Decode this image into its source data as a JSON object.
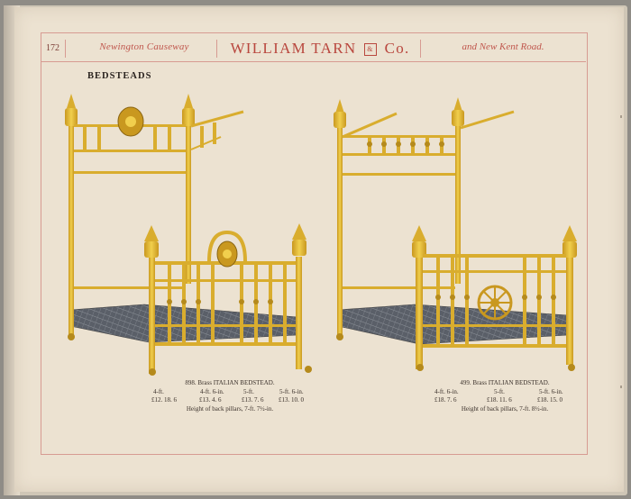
{
  "header": {
    "page_number": "172",
    "left": "Newington Causeway",
    "title": "WILLIAM TARN",
    "logo_text": "&",
    "title_suffix": "Co.",
    "right": "and New Kent Road."
  },
  "section_title": "BEDSTEADS",
  "items": [
    {
      "number": "898.",
      "name": "Brass ITALIAN BEDSTEAD.",
      "sizes": [
        "4-ft.",
        "4-ft. 6-in.",
        "5-ft.",
        "5-ft. 6-in."
      ],
      "prices": [
        "£12. 18. 6",
        "£13. 4. 6",
        "£13. 7. 6",
        "£13. 10. 0"
      ],
      "height_note": "Height of back pillars, 7-ft. 7½-in."
    },
    {
      "number": "499.",
      "name": "Brass ITALIAN BEDSTEAD.",
      "sizes": [
        "4-ft. 6-in.",
        "5-ft.",
        "5-ft. 6-in."
      ],
      "prices": [
        "£18. 7. 6",
        "£18. 11. 6",
        "£18. 15. 0"
      ],
      "height_note": "Height of back pillars, 7-ft. 8½-in."
    }
  ],
  "colors": {
    "brass": "#e9c13b",
    "brass_dark": "#b58a1c",
    "rule": "#d79b92",
    "title": "#b9473e"
  }
}
